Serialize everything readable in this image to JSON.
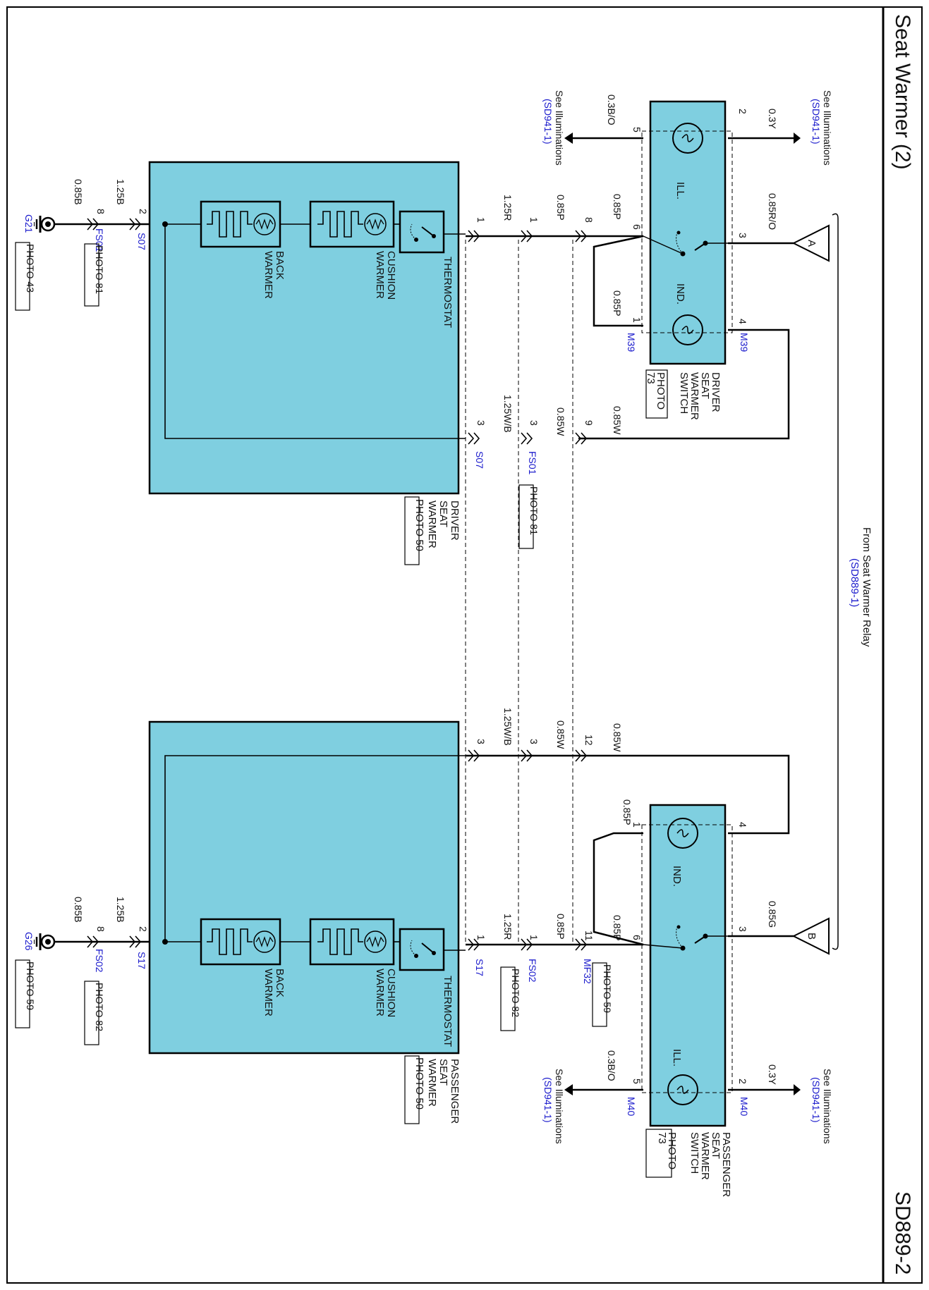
{
  "header": {
    "title": "Seat Warmer (2)",
    "code": "SD889-2"
  },
  "relay_ref": {
    "label": "From Seat Warmer Relay",
    "ref": "(SD889-1)",
    "terminal_a": "A",
    "terminal_b": "B"
  },
  "illum_refs": {
    "label": "See Illuminations",
    "ref": "(SD941-1)"
  },
  "driver_switch": {
    "title_lines": [
      "DRIVER",
      "SEAT",
      "WARMER",
      "SWITCH"
    ],
    "photo_lines": [
      "PHOTO",
      "73"
    ],
    "connector_top": "M39",
    "connector_bottom": "M39",
    "ill_label": "ILL.",
    "ind_label": "IND.",
    "pins": {
      "p2": "2",
      "p3": "3",
      "p4": "4",
      "p5": "5",
      "p6": "6",
      "p1": "1"
    },
    "wires": {
      "p2": "0.3Y",
      "p3": "0.85R/O",
      "p5": "0.3B/O",
      "p6": "0.85P",
      "p1": "0.85P",
      "p4_out": "0.85W"
    }
  },
  "passenger_switch": {
    "title_lines": [
      "PASSENGER",
      "SEAT",
      "WARMER",
      "SWITCH"
    ],
    "photo_lines": [
      "PHOTO",
      "73"
    ],
    "connector_top": "M40",
    "connector_bottom": "M40",
    "ill_label": "ILL.",
    "ind_label": "IND.",
    "pins": {
      "p4": "4",
      "p3": "3",
      "p2": "2",
      "p1": "1",
      "p6": "6",
      "p5": "5"
    },
    "wires": {
      "p4_in": "0.85W",
      "p3": "0.85G",
      "p2": "0.3Y",
      "p1": "0.85P",
      "p6": "0.85P",
      "p5": "0.3B/O"
    }
  },
  "driver_seat": {
    "title_lines": [
      "DRIVER",
      "SEAT",
      "WARMER"
    ],
    "photo": "PHOTO 50",
    "thermostat": "THERMOSTAT",
    "cushion_lines": [
      "CUSHION",
      "WARMER"
    ],
    "back_lines": [
      "BACK",
      "WARMER"
    ]
  },
  "passenger_seat": {
    "title_lines": [
      "PASSENGER",
      "SEAT",
      "WARMER"
    ],
    "photo": "PHOTO 50",
    "thermostat": "THERMOSTAT",
    "cushion_lines": [
      "CUSHION",
      "WARMER"
    ],
    "back_lines": [
      "BACK",
      "WARMER"
    ]
  },
  "driver_wiring": {
    "pin8_mf": "8",
    "pin9_mf": "9",
    "pin1_fs": "1",
    "pin3_fs": "3",
    "pin1_s": "1",
    "pin3_s": "3",
    "pin2_s": "2",
    "pin8_fs": "8",
    "w_085P": "0.85P",
    "w_125R": "1.25R",
    "w_085W": "0.85W",
    "w_125WB": "1.25W/B",
    "w_125B": "1.25B",
    "w_085B": "0.85B",
    "conn_fs": "FS01",
    "conn_s": "S07",
    "photo_fs": "PHOTO 81",
    "ground": "G21",
    "ground_photo": "PHOTO 43"
  },
  "passenger_wiring": {
    "pin12_mf": "12",
    "pin11_mf": "11",
    "pin3_fs": "3",
    "pin1_fs": "1",
    "pin3_s": "3",
    "pin1_s": "1",
    "pin2_s": "2",
    "pin8_fs": "8",
    "w_085W": "0.85W",
    "w_125WB": "1.25W/B",
    "w_085P": "0.85P",
    "w_125R": "1.25R",
    "w_125B": "1.25B",
    "w_085B": "0.85B",
    "conn_mf": "MF32",
    "photo_mf": "PHOTO 59",
    "conn_fs": "FS02",
    "photo_fs": "PHOTO 82",
    "conn_s": "S17",
    "ground": "G26",
    "ground_photo": "PHOTO 59"
  },
  "colors": {
    "component_fill": "#7fcfe0",
    "line": "#000000",
    "connector_text": "#1a1acc"
  }
}
